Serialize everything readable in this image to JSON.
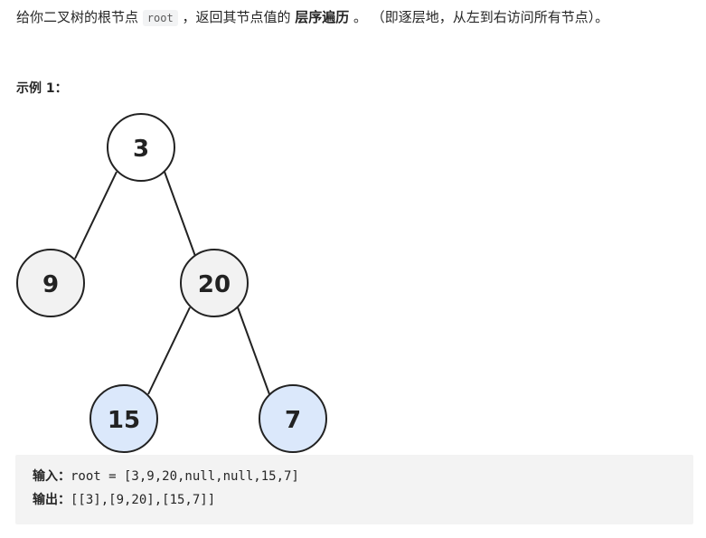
{
  "description": {
    "part1": "给你二叉树的根节点 ",
    "code": "root",
    "part2": " ，返回其节点值的 ",
    "bold": "层序遍历",
    "part3": " 。 （即逐层地，从左到右访问所有节点）。"
  },
  "example": {
    "title": "示例 1："
  },
  "tree": {
    "nodes": [
      {
        "id": "n3",
        "value": "3",
        "fill": "#ffffff"
      },
      {
        "id": "n9",
        "value": "9",
        "fill": "#f2f2f2"
      },
      {
        "id": "n20",
        "value": "20",
        "fill": "#f2f2f2"
      },
      {
        "id": "n15",
        "value": "15",
        "fill": "#dbe8fb"
      },
      {
        "id": "n7",
        "value": "7",
        "fill": "#dbe8fb"
      }
    ]
  },
  "io": {
    "input_label": "输入：",
    "input_value": "root = [3,9,20,null,null,15,7]",
    "output_label": "输出：",
    "output_value": "[[3],[9,20],[15,7]]"
  },
  "colors": {
    "code_bg": "#f3f3f3",
    "leaf_fill": "#dbe8fb",
    "inner_fill": "#f2f2f2",
    "root_fill": "#ffffff"
  }
}
